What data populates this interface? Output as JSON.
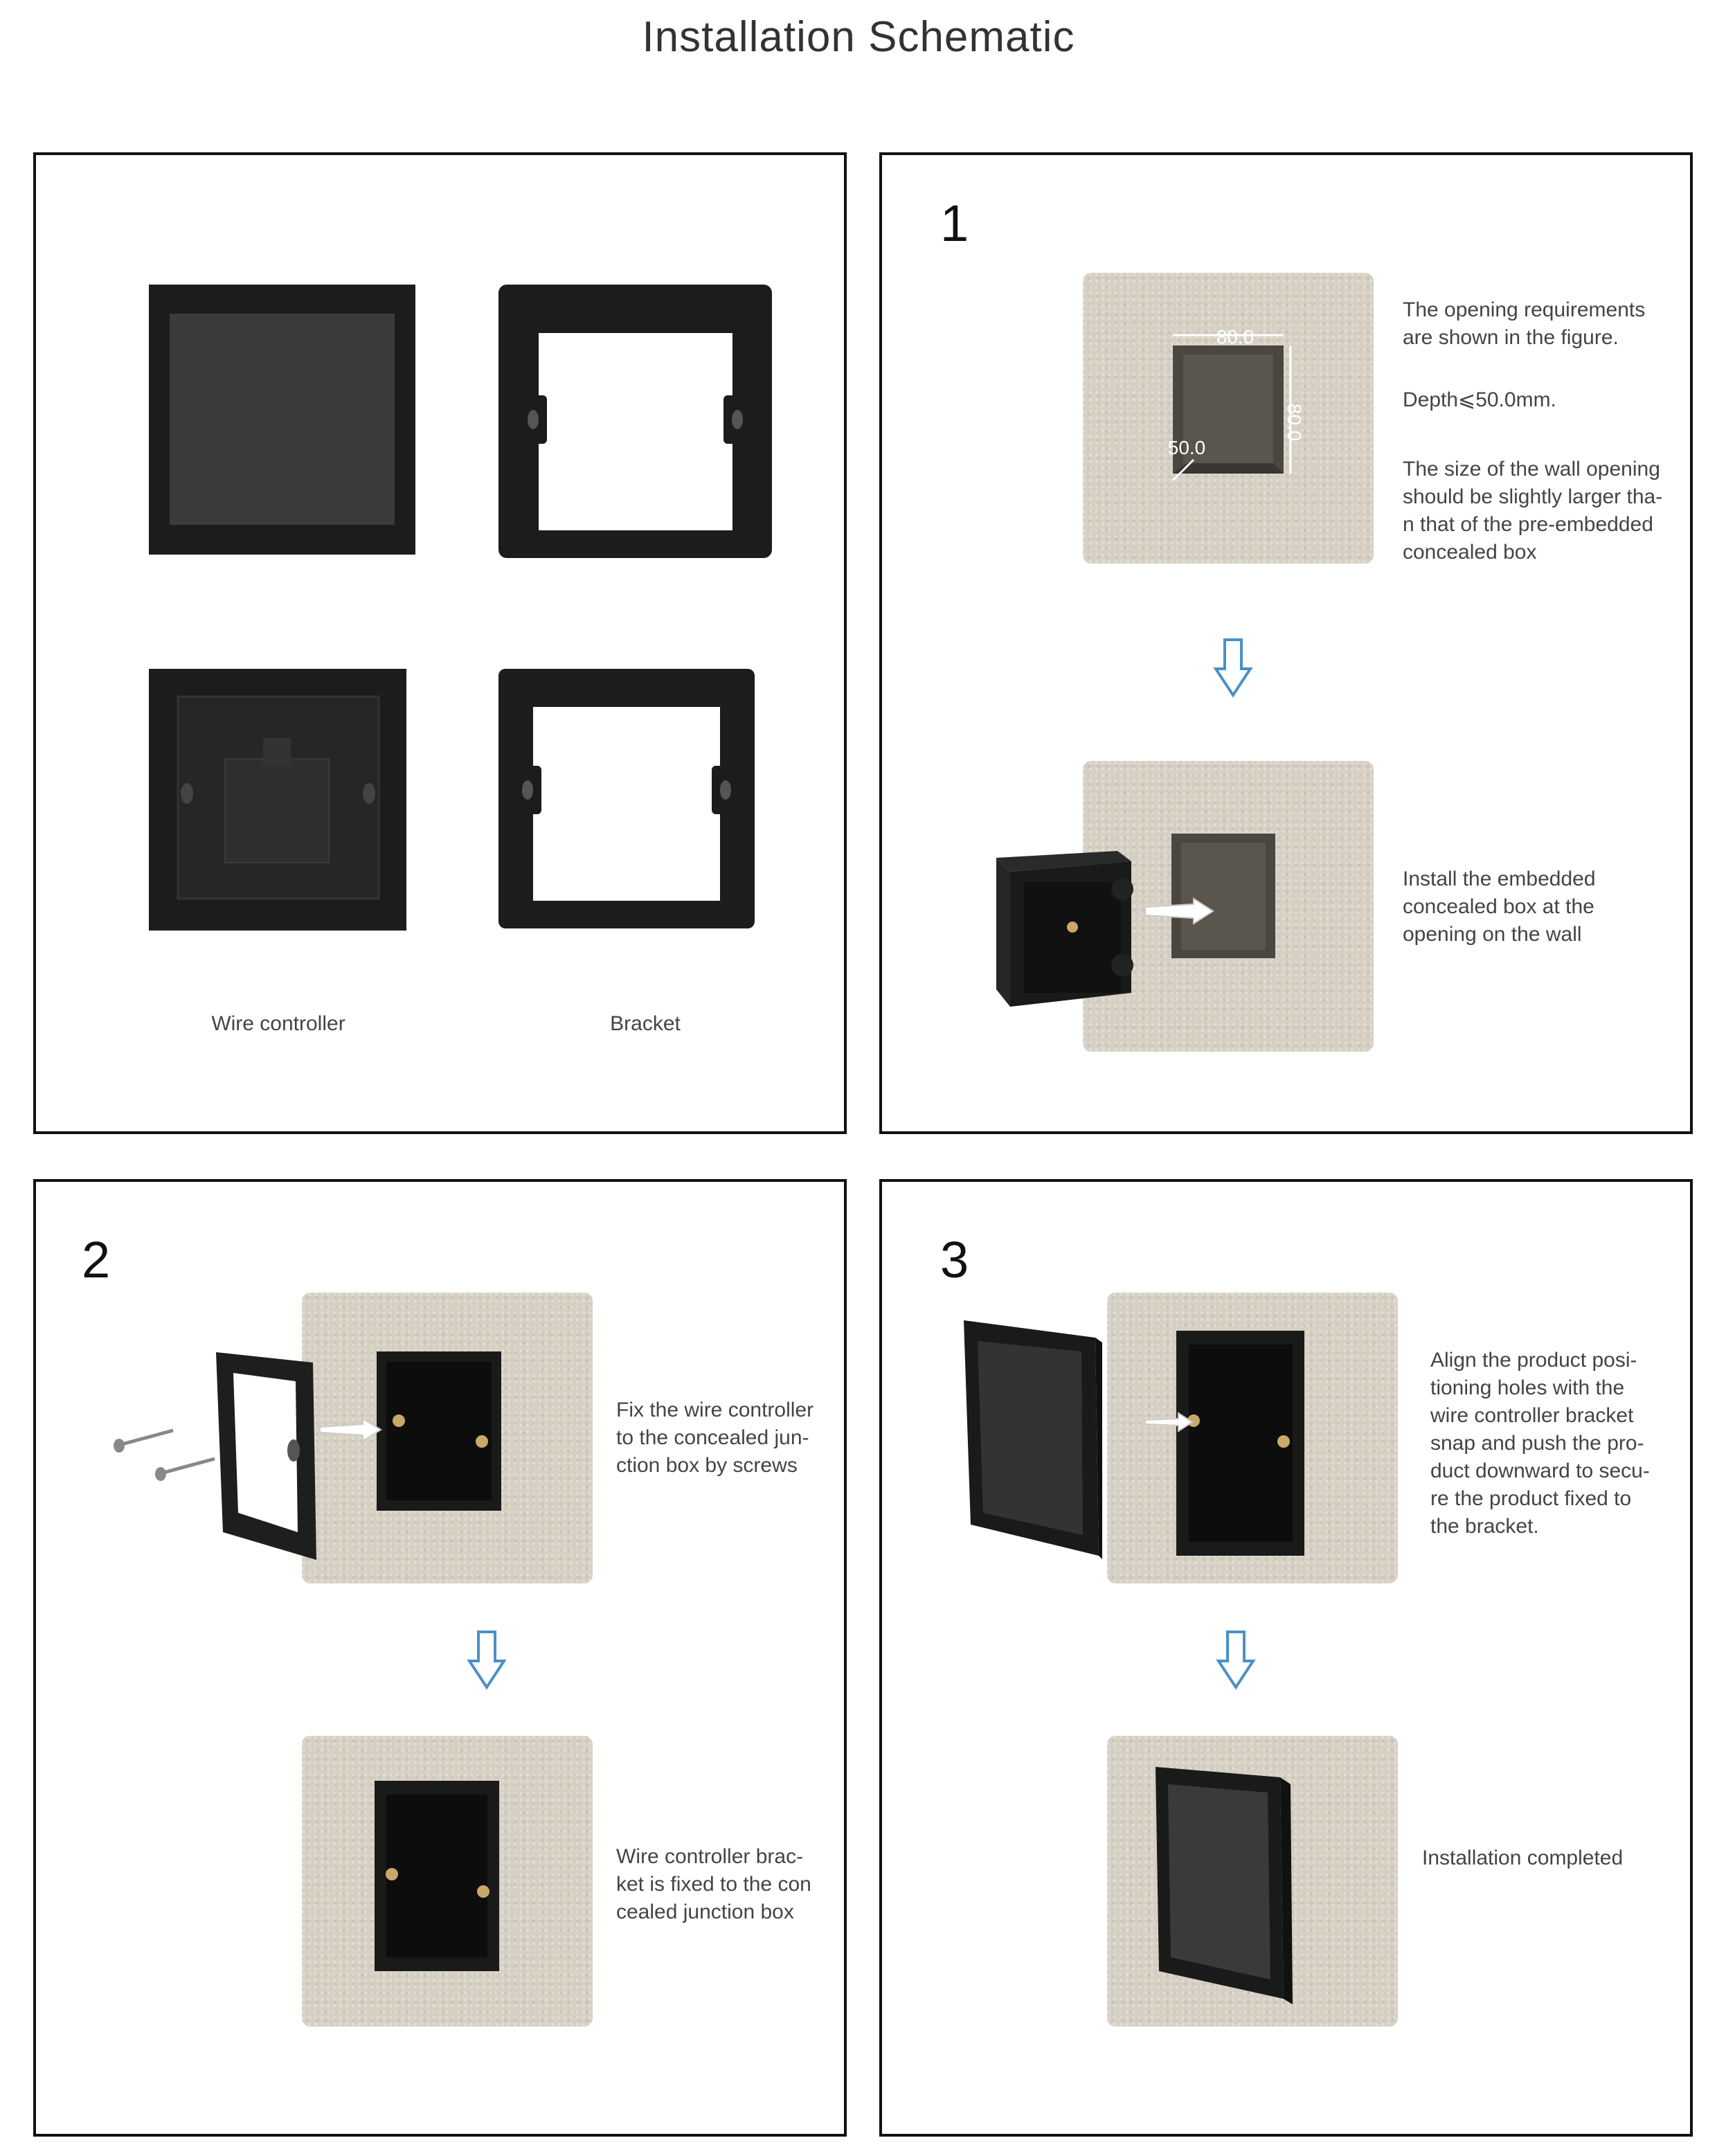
{
  "title": "Installation Schematic",
  "panel_overview": {
    "label_controller": "Wire controller",
    "label_bracket": "Bracket"
  },
  "step1": {
    "number": "1",
    "text_opening": "The opening requirements\nare shown in the figure.",
    "text_depth": "Depth⩽50.0mm.",
    "text_size": "The size of the wall opening\nshould be slightly larger tha-\nn that of the pre-embedded\nconcealed box",
    "text_install": "Install the embedded\nconcealed box at the\nopening on the wall",
    "dim_width": "80.0",
    "dim_height": "80.0",
    "dim_depth": "50.0"
  },
  "step2": {
    "number": "2",
    "text_fix": "Fix the wire controller\n to the concealed jun-\nction box by screws",
    "text_fixed": "Wire controller brac-\nket is fixed to the con\ncealed junction box"
  },
  "step3": {
    "number": "3",
    "text_align": "Align the product posi-\ntioning holes with the\nwire controller bracket\nsnap and push the pro-\nduct downward to secu-\nre the product fixed to\nthe bracket.",
    "text_done": "Installation completed"
  },
  "colors": {
    "arrow_stroke": "#4a90c8",
    "wall": "#d6d0c3",
    "device": "#1e1e1e",
    "screen": "#3a3a3a"
  },
  "icons": [
    "down-arrow-icon",
    "push-arrow-icon",
    "screw-icon"
  ]
}
